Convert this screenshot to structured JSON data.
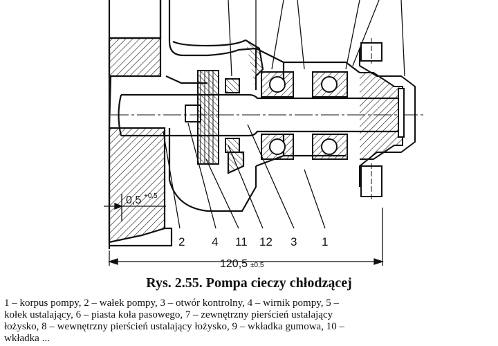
{
  "figure": {
    "caption_title": "Rys. 2.55. Pompa cieczy chłodzącej",
    "dimensions": {
      "overall_length": "120,5",
      "overall_tolerance": "±0,5",
      "gap": "0,5",
      "gap_tolerance": "+0,5"
    },
    "callouts": [
      "2",
      "4",
      "11",
      "12",
      "3",
      "1"
    ],
    "legend_lines": [
      "1 – korpus pompy, 2 – wałek pompy, 3 – otwór kontrolny, 4 – wirnik pompy, 5 –",
      "kołek ustalający, 6 – piasta koła pasowego, 7 – zewnętrzny pierścień ustalający",
      "łożysko, 8 – wewnętrzny pierścień ustalający łożysko, 9 – wkładka gumowa, 10 –",
      "wkładka ..."
    ]
  }
}
